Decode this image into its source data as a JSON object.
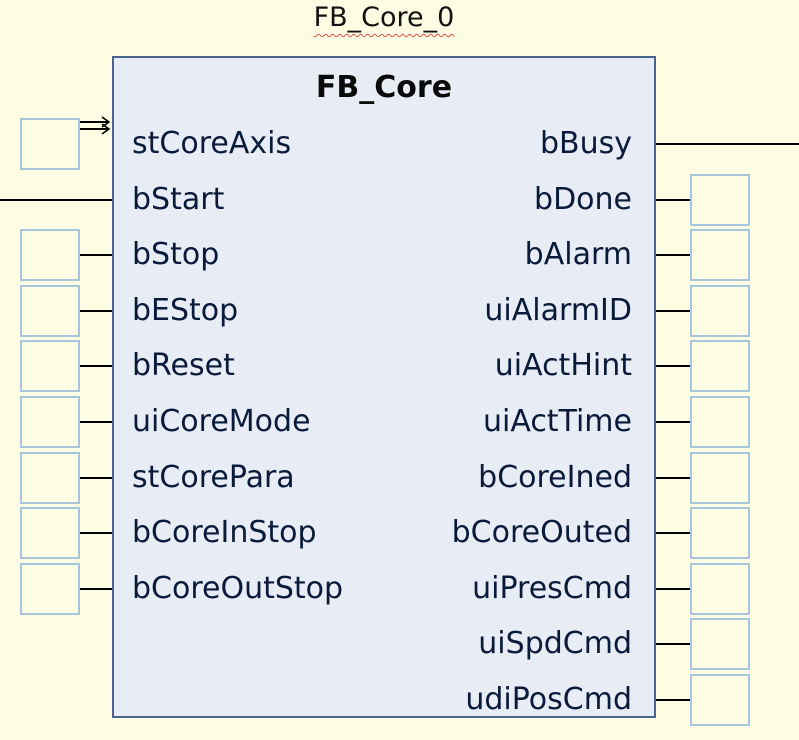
{
  "instance": {
    "name": "FB_Core_0"
  },
  "block": {
    "type": "FB_Core"
  },
  "inputs": [
    {
      "label": "stCoreAxis",
      "connection": "inout"
    },
    {
      "label": "bStart",
      "connection": "wire"
    },
    {
      "label": "bStop",
      "connection": "box"
    },
    {
      "label": "bEStop",
      "connection": "box"
    },
    {
      "label": "bReset",
      "connection": "box"
    },
    {
      "label": "uiCoreMode",
      "connection": "box"
    },
    {
      "label": "stCorePara",
      "connection": "box"
    },
    {
      "label": "bCoreInStop",
      "connection": "box"
    },
    {
      "label": "bCoreOutStop",
      "connection": "box"
    }
  ],
  "outputs": [
    {
      "label": "bBusy",
      "connection": "wire"
    },
    {
      "label": "bDone",
      "connection": "box"
    },
    {
      "label": "bAlarm",
      "connection": "box"
    },
    {
      "label": "uiAlarmID",
      "connection": "box"
    },
    {
      "label": "uiActHint",
      "connection": "box"
    },
    {
      "label": "uiActTime",
      "connection": "box"
    },
    {
      "label": "bCoreIned",
      "connection": "box"
    },
    {
      "label": "bCoreOuted",
      "connection": "box"
    },
    {
      "label": "uiPresCmd",
      "connection": "box"
    },
    {
      "label": "uiSpdCmd",
      "connection": "box"
    },
    {
      "label": "udiPosCmd",
      "connection": "box"
    }
  ],
  "colors": {
    "background": "#fdfde3",
    "block_fill": "#e8ecf4",
    "block_border": "#4a6490",
    "variable_box_border": "#a7c6dc",
    "wire": "#000000",
    "spellcheck_underline": "#e0504a"
  },
  "icons": {
    "inout_marker": "double-arrow-icon"
  }
}
